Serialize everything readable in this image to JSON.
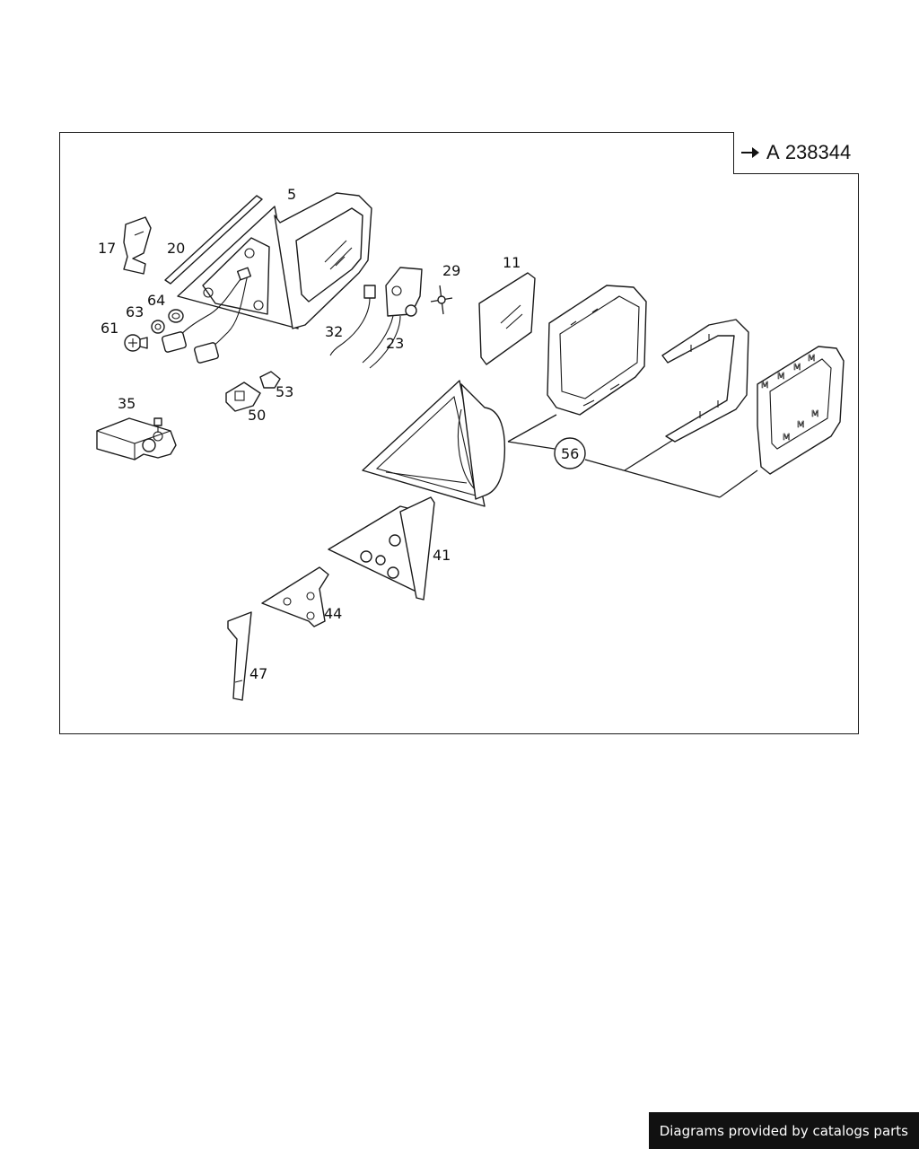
{
  "reference": {
    "prefix": "A",
    "number": "238344"
  },
  "callouts": [
    {
      "id": "5",
      "label": "5"
    },
    {
      "id": "11",
      "label": "11"
    },
    {
      "id": "17",
      "label": "17"
    },
    {
      "id": "20",
      "label": "20"
    },
    {
      "id": "23",
      "label": "23"
    },
    {
      "id": "29",
      "label": "29"
    },
    {
      "id": "32",
      "label": "32"
    },
    {
      "id": "35",
      "label": "35"
    },
    {
      "id": "41",
      "label": "41"
    },
    {
      "id": "44",
      "label": "44"
    },
    {
      "id": "47",
      "label": "47"
    },
    {
      "id": "50",
      "label": "50"
    },
    {
      "id": "53",
      "label": "53"
    },
    {
      "id": "56",
      "label": "56"
    },
    {
      "id": "61",
      "label": "61"
    },
    {
      "id": "63",
      "label": "63"
    },
    {
      "id": "64",
      "label": "64"
    }
  ],
  "footer": {
    "text": "Diagrams provided by catalogs parts"
  }
}
